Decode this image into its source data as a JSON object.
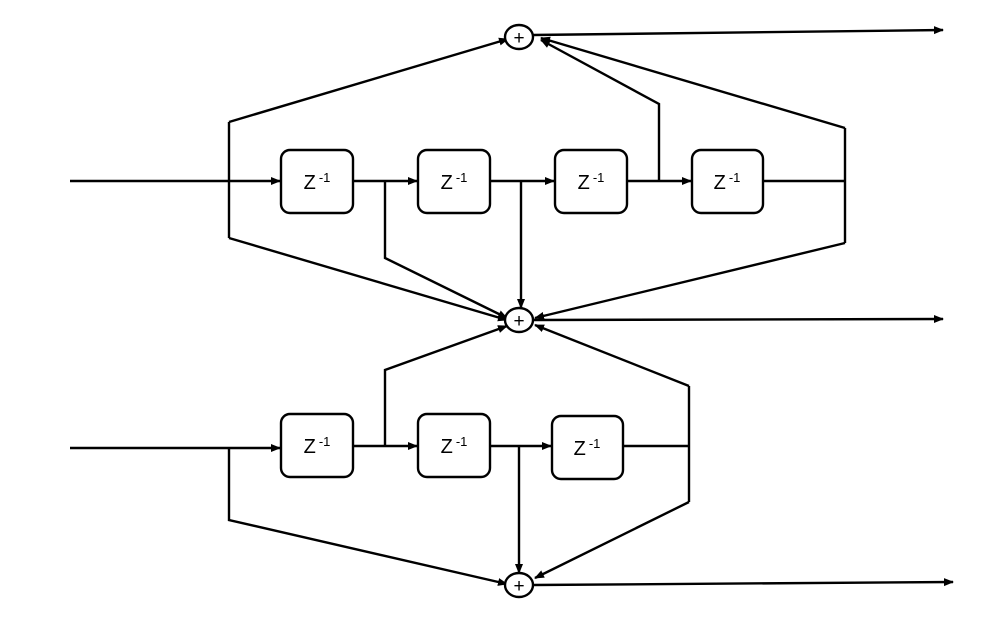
{
  "delays": {
    "label_base": "Z",
    "label_exp": "-1",
    "top_row": [
      {
        "id": "d1"
      },
      {
        "id": "d2"
      },
      {
        "id": "d3"
      },
      {
        "id": "d4"
      }
    ],
    "bottom_row": [
      {
        "id": "d5"
      },
      {
        "id": "d6"
      },
      {
        "id": "d7"
      }
    ]
  },
  "adders": {
    "symbol": "+",
    "items": [
      {
        "id": "sum-top"
      },
      {
        "id": "sum-middle"
      },
      {
        "id": "sum-bottom"
      }
    ]
  }
}
